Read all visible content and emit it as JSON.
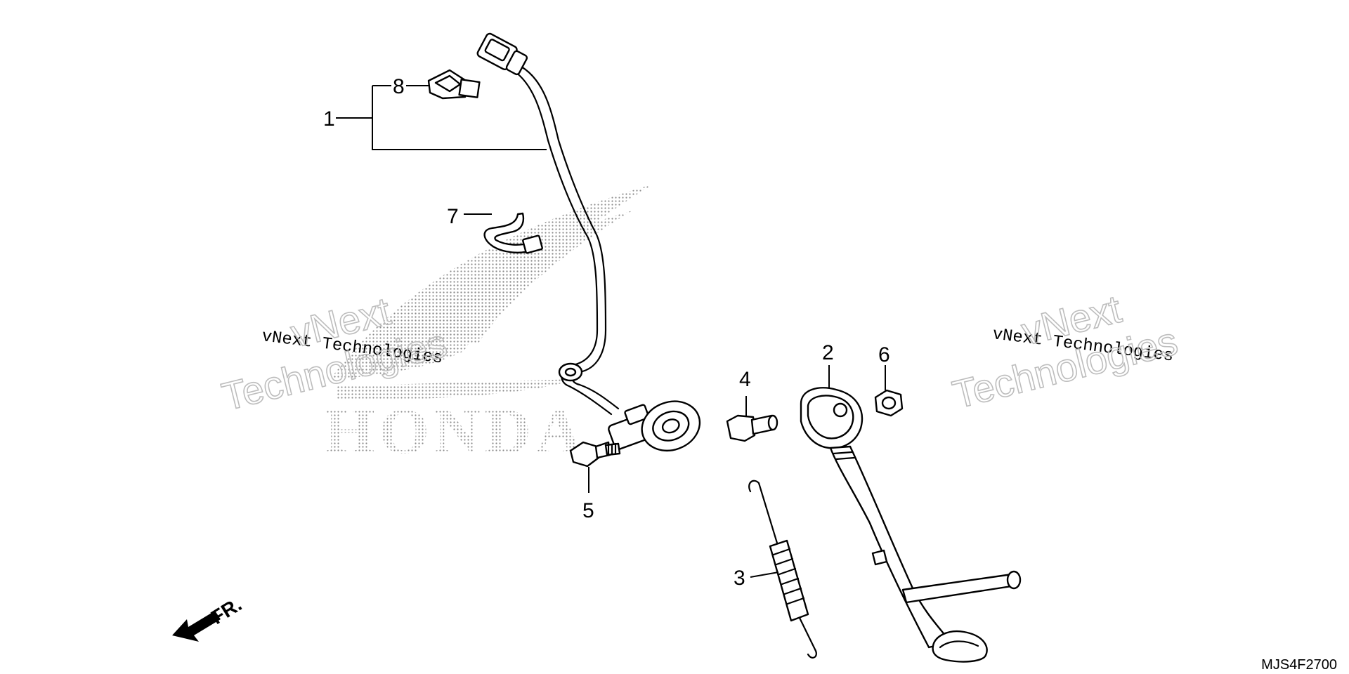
{
  "diagram": {
    "drawing_code": "MJS4F2700",
    "direction_label": "FR.",
    "brand_mark": "HONDA",
    "watermark": {
      "line_text": "vNext Technologies",
      "outline_line1": "vNext",
      "outline_line2": "Technologies"
    },
    "parts": [
      {
        "number": "1",
        "icon": "wire-harness-icon"
      },
      {
        "number": "2",
        "icon": "side-stand-icon"
      },
      {
        "number": "3",
        "icon": "spring-icon"
      },
      {
        "number": "4",
        "icon": "pivot-bolt-icon"
      },
      {
        "number": "5",
        "icon": "flange-bolt-icon"
      },
      {
        "number": "6",
        "icon": "lock-nut-icon"
      },
      {
        "number": "7",
        "icon": "band-clamp-icon"
      },
      {
        "number": "8",
        "icon": "connector-clip-icon"
      }
    ]
  }
}
